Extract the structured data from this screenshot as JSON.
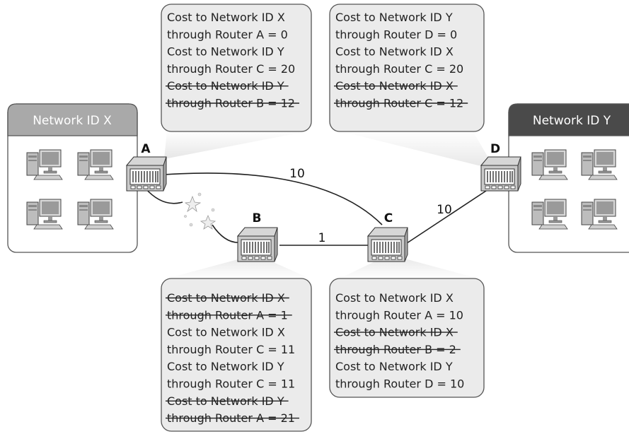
{
  "networks": [
    {
      "title": "Network ID X"
    },
    {
      "title": "Network ID Y"
    }
  ],
  "routers": {
    "A": {
      "label": "A"
    },
    "B": {
      "label": "B"
    },
    "C": {
      "label": "C"
    },
    "D": {
      "label": "D"
    }
  },
  "link_costs": {
    "A_C": "10",
    "B_C": "1",
    "C_D": "10"
  },
  "tables": {
    "A": {
      "entries": [
        {
          "lines": [
            "Cost to Network ID X",
            "through Router A = 0"
          ],
          "struck": false
        },
        {
          "lines": [
            "Cost to Network ID Y",
            "through Router C = 20"
          ],
          "struck": false
        },
        {
          "lines": [
            "Cost to Network ID Y",
            "through Router B = 12"
          ],
          "struck": true
        }
      ]
    },
    "D": {
      "entries": [
        {
          "lines": [
            "Cost to Network ID Y",
            "through Router D = 0"
          ],
          "struck": false
        },
        {
          "lines": [
            "Cost to Network ID X",
            "through Router C = 20"
          ],
          "struck": false
        },
        {
          "lines": [
            "Cost to Network ID X",
            "through Router C = 12"
          ],
          "struck": true
        }
      ]
    },
    "B": {
      "entries": [
        {
          "lines": [
            "Cost to Network ID X",
            "through Router A = 1"
          ],
          "struck": true
        },
        {
          "lines": [
            "Cost to Network ID X",
            "through Router C = 11"
          ],
          "struck": false
        },
        {
          "lines": [
            "Cost to Network ID Y",
            "through Router C = 11"
          ],
          "struck": false
        },
        {
          "lines": [
            "Cost to Network ID Y",
            "through Router A = 21"
          ],
          "struck": true
        }
      ]
    },
    "C": {
      "entries": [
        {
          "lines": [
            "Cost to Network ID X",
            "through Router A = 10"
          ],
          "struck": false
        },
        {
          "lines": [
            "Cost to Network ID X",
            "through Router B = 2"
          ],
          "struck": true
        },
        {
          "lines": [
            "Cost to Network ID Y",
            "through Router D = 10"
          ],
          "struck": false
        }
      ]
    }
  },
  "colors": {
    "bubble_fill": "#ebebeb",
    "bubble_stroke": "#555555",
    "net_x_header": "#a9a9a9",
    "net_y_header": "#4a4a4a",
    "spark": "#e8e8e8"
  }
}
